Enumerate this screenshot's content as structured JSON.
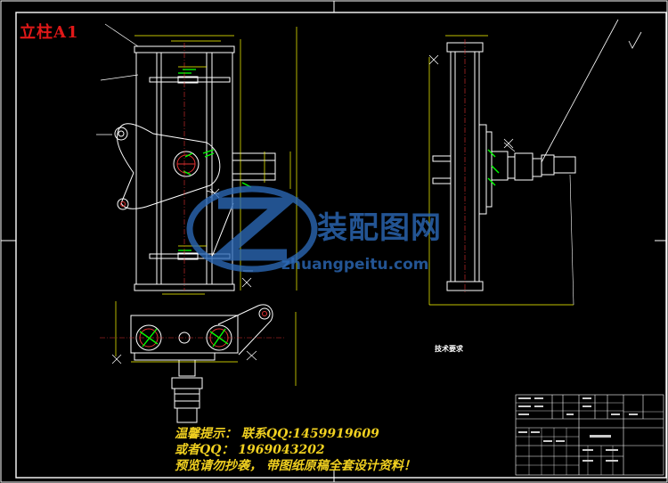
{
  "drawing_title": "立柱A1",
  "tech_requirements": {
    "heading": "技术要求"
  },
  "watermark": {
    "brand_cn": "装配图网",
    "brand_url": "zhuangpeitu.com"
  },
  "notice_lines": [
    "温馨提示： 联系QQ:1459919609",
    "或者QQ： 1969043202",
    "预览请勿抄袭， 带图纸原稿全套设计资料！"
  ],
  "colors": {
    "line": "#ffffff",
    "dimension": "#ffff00",
    "hatch": "#00ff00",
    "centerline": "#ff3030",
    "leader": "#00ffff",
    "title": "#e01818",
    "watermark": "#2c6ab8",
    "notice": "#f0d020"
  }
}
